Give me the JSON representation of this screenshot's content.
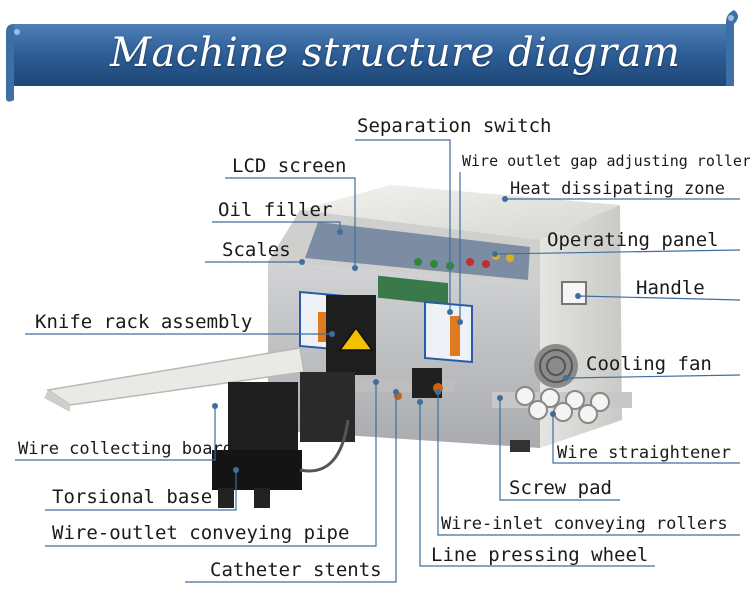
{
  "title": "Machine structure diagram",
  "labels": {
    "separation_switch": "Separation switch",
    "lcd_screen": "LCD screen",
    "wire_outlet_gap": "Wire outlet gap adjusting rollers",
    "heat_zone": "Heat dissipating zone",
    "oil_filler": "Oil filler",
    "operating_panel": "Operating panel",
    "scales": "Scales",
    "handle": "Handle",
    "knife_rack": "Knife rack assembly",
    "cooling_fan": "Cooling fan",
    "wire_collecting": "Wire collecting board",
    "wire_straightener": "Wire straightener",
    "screw_pad": "Screw pad",
    "torsional_base": "Torsional base",
    "wire_inlet_rollers": "Wire-inlet conveying rollers",
    "wire_outlet_pipe": "Wire-outlet conveying pipe",
    "line_pressing": "Line pressing wheel",
    "catheter_stents": "Catheter stents"
  },
  "colors": {
    "banner_dark": "#1f4f86",
    "banner_light": "#5b88bf",
    "leader": "#3e6e9f",
    "machine_body": "#dcdcd8",
    "machine_panel": "#b9babc",
    "motor": "#1c1c1c"
  }
}
